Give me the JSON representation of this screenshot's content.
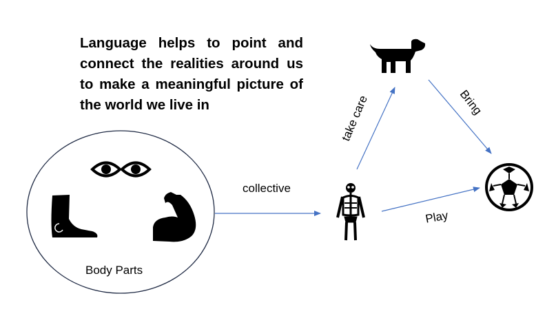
{
  "heading": "Language helps to point and connect the realities around us to make a meaningful picture of the world we live in",
  "group": {
    "label": "Body Parts"
  },
  "edges": {
    "collective": "collective",
    "take_care": "take care",
    "bring": "Bring",
    "play": "Play"
  },
  "icons": [
    "eye-icon",
    "foot-icon",
    "flexed-arm-icon",
    "skeleton-icon",
    "dog-icon",
    "soccer-ball-icon"
  ],
  "colors": {
    "arrow": "#4472c4",
    "ink": "#000000"
  }
}
